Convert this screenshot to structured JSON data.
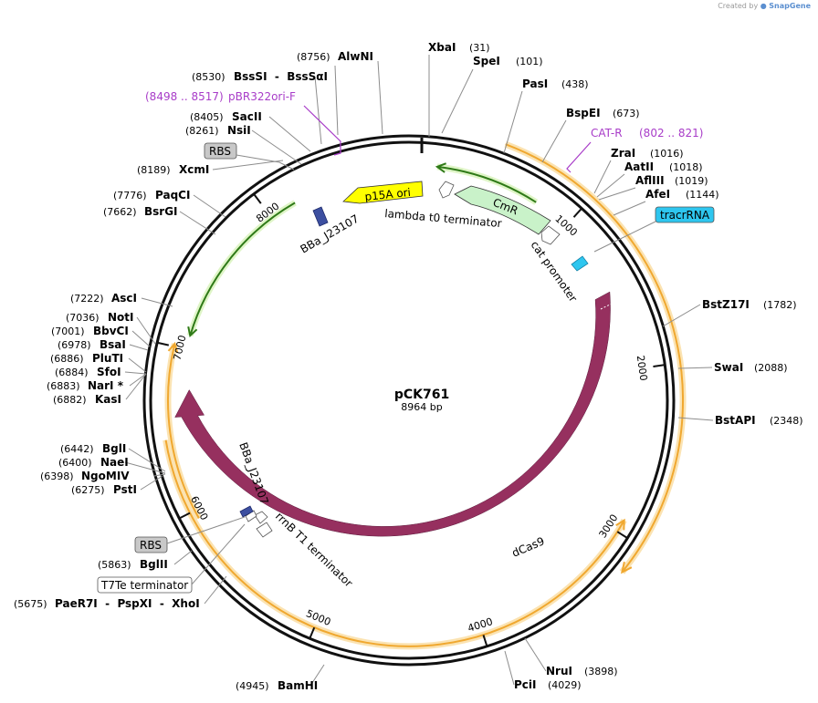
{
  "watermark": {
    "prefix": "Created by",
    "brand": "SnapGene"
  },
  "plasmid": {
    "name": "pCK761",
    "length_text": "8964 bp",
    "length": 8964
  },
  "ticks": [
    1000,
    2000,
    3000,
    4000,
    5000,
    6000,
    7000,
    8000
  ],
  "sites": [
    {
      "name": "XbaI",
      "pos": "(31)"
    },
    {
      "name": "SpeI",
      "pos": "(101)"
    },
    {
      "name": "PasI",
      "pos": "(438)"
    },
    {
      "name": "BspEI",
      "pos": "(673)"
    },
    {
      "name": "ZraI",
      "pos": "(1016)"
    },
    {
      "name": "AatII",
      "pos": "(1018)"
    },
    {
      "name": "AflIII",
      "pos": "(1019)"
    },
    {
      "name": "AfeI",
      "pos": "(1144)"
    },
    {
      "name": "BstZ17I",
      "pos": "(1782)"
    },
    {
      "name": "SwaI",
      "pos": "(2088)"
    },
    {
      "name": "BstAPI",
      "pos": "(2348)"
    },
    {
      "name": "NruI",
      "pos": "(3898)"
    },
    {
      "name": "PciI",
      "pos": "(4029)"
    },
    {
      "name": "BamHI",
      "pos": "(4945)"
    },
    {
      "name": "PaeR7I  -  PspXI  -  XhoI",
      "pos": "(5675)"
    },
    {
      "name": "BglII",
      "pos": "(5863)"
    },
    {
      "name": "PstI",
      "pos": "(6275)"
    },
    {
      "name": "NgoMIV",
      "pos": "(6398)"
    },
    {
      "name": "NaeI",
      "pos": "(6400)"
    },
    {
      "name": "BglI",
      "pos": "(6442)"
    },
    {
      "name": "KasI",
      "pos": "(6882)"
    },
    {
      "name": "NarI *",
      "pos": "(6883)"
    },
    {
      "name": "SfoI",
      "pos": "(6884)"
    },
    {
      "name": "PluTI",
      "pos": "(6886)"
    },
    {
      "name": "BsaI",
      "pos": "(6978)"
    },
    {
      "name": "BbvCI",
      "pos": "(7001)"
    },
    {
      "name": "NotI",
      "pos": "(7036)"
    },
    {
      "name": "AscI",
      "pos": "(7222)"
    },
    {
      "name": "BsrGI",
      "pos": "(7662)"
    },
    {
      "name": "PaqCI",
      "pos": "(7776)"
    },
    {
      "name": "XcmI",
      "pos": "(8189)"
    },
    {
      "name": "NsiI",
      "pos": "(8261)"
    },
    {
      "name": "SacII",
      "pos": "(8405)"
    },
    {
      "name": "BssSI  -  BssSαI",
      "pos": "(8530)"
    },
    {
      "name": "AlwNI",
      "pos": "(8756)"
    }
  ],
  "primers": [
    {
      "name": "pBR322ori-F",
      "range": "(8498 .. 8517)"
    },
    {
      "name": "CAT-R",
      "range": "(802 .. 821)"
    }
  ],
  "features": [
    {
      "name": "dCas9",
      "color": "#96305f"
    },
    {
      "name": "CmR",
      "color": "#c9f2c9"
    },
    {
      "name": "p15A ori",
      "color": "#ffff00"
    },
    {
      "name": "cat promoter",
      "color": "#ffffff"
    },
    {
      "name": "lambda t0 terminator",
      "color": "#ffffff"
    },
    {
      "name": "rrnB T1 terminator",
      "color": "#ffffff"
    },
    {
      "name": "BBa_J23107",
      "color": "#3c4fa0"
    },
    {
      "name": "BBa_J23107",
      "color": "#3c4fa0"
    },
    {
      "name": "tracrRNA",
      "color": "#2ec6ef"
    },
    {
      "name": "RBS",
      "color": "#c8c8c8"
    },
    {
      "name": "RBS",
      "color": "#c8c8c8"
    },
    {
      "name": "T7Te terminator",
      "color": "#ffffff"
    }
  ],
  "colors": {
    "orf_orange": "#f0a830",
    "orf_green": "#2f7a18",
    "backbone": "#111111",
    "primer": "#a83cc8"
  }
}
